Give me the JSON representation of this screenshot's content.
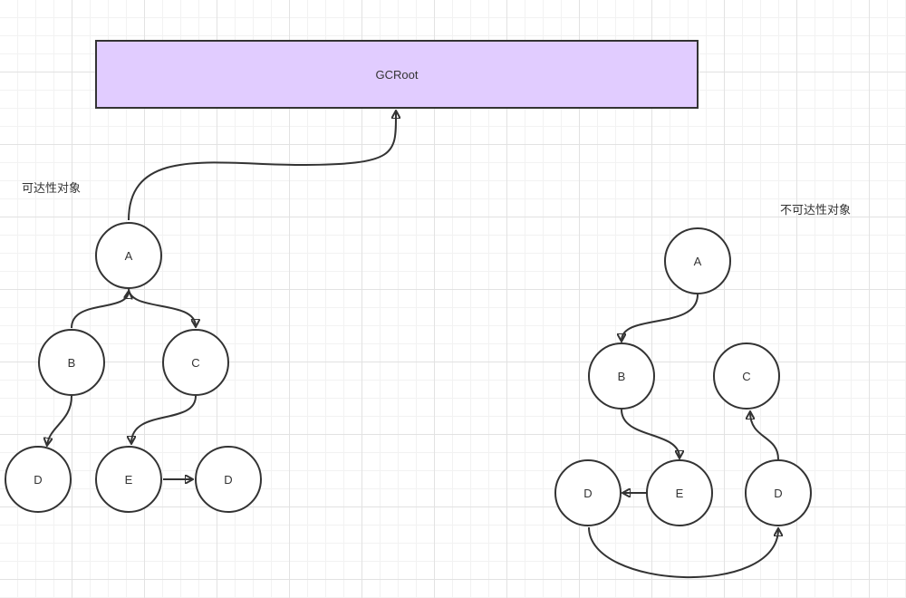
{
  "gc_root": {
    "label": "GCRoot",
    "fill": "#e1ccff"
  },
  "reachable": {
    "title": "可达性对象",
    "nodes": {
      "a": "A",
      "b": "B",
      "c": "C",
      "d1": "D",
      "e": "E",
      "d2": "D"
    }
  },
  "unreachable": {
    "title": "不可达性对象",
    "nodes": {
      "a": "A",
      "b": "B",
      "c": "C",
      "d1": "D",
      "e": "E",
      "d2": "D"
    }
  },
  "colors": {
    "stroke": "#333333",
    "text": "#333333"
  }
}
